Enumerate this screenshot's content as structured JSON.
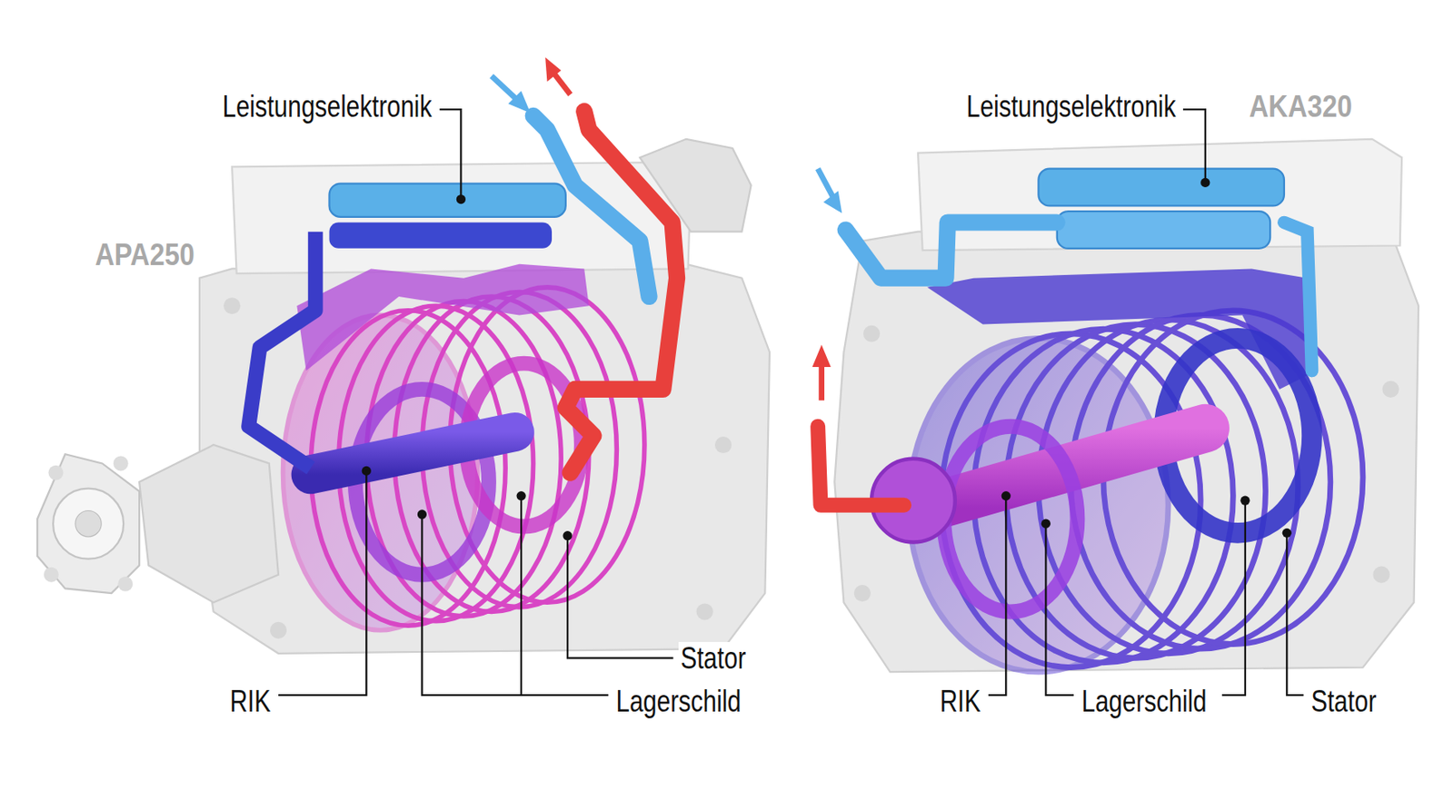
{
  "diagram": {
    "labels": [
      "Leistungselektronik",
      "APA250",
      "Stator",
      "RIK",
      "Lagerschild",
      "Leistungselektronik",
      "AKA320",
      "RIK",
      "Lagerschild",
      "Stator"
    ]
  }
}
